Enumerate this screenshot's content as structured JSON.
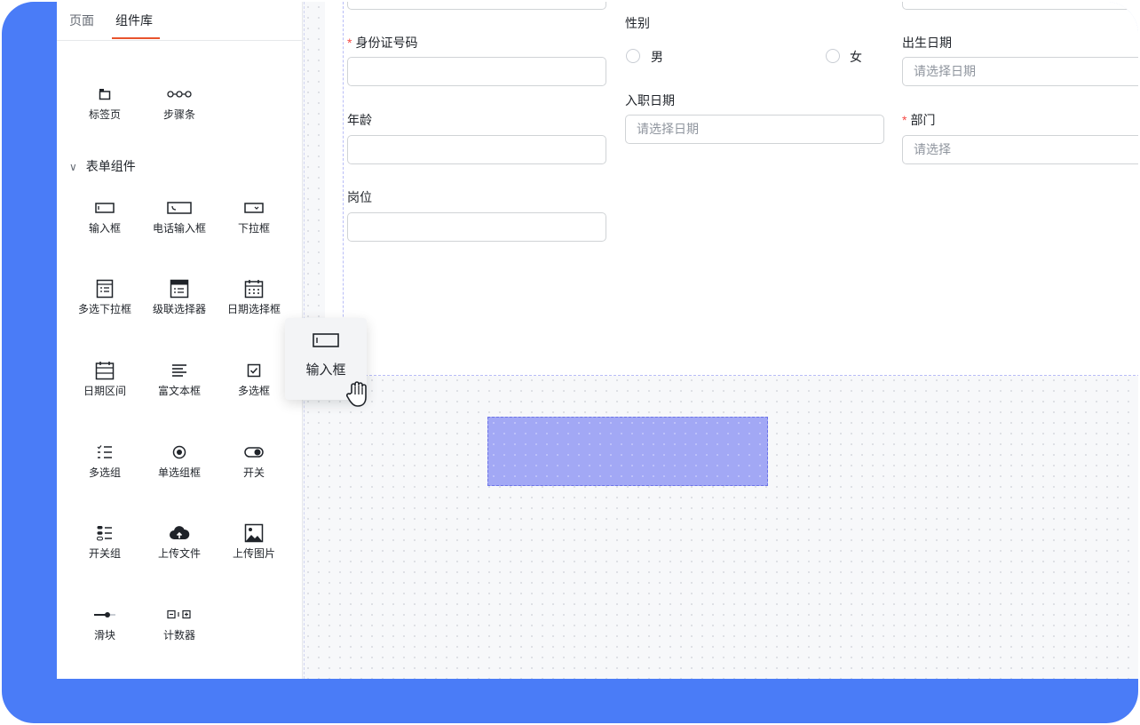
{
  "sidebar": {
    "tabs": [
      {
        "label": "页面"
      },
      {
        "label": "组件库"
      }
    ],
    "layout_components": [
      {
        "label": "标签页",
        "icon": "tabs-icon"
      },
      {
        "label": "步骤条",
        "icon": "steps-icon"
      }
    ],
    "section_title": "表单组件",
    "form_components": [
      {
        "label": "输入框",
        "icon": "input-icon"
      },
      {
        "label": "电话输入框",
        "icon": "phone-input-icon"
      },
      {
        "label": "下拉框",
        "icon": "dropdown-icon"
      },
      {
        "label": "多选下拉框",
        "icon": "multi-dropdown-icon"
      },
      {
        "label": "级联选择器",
        "icon": "cascader-icon"
      },
      {
        "label": "日期选择框",
        "icon": "date-picker-icon"
      },
      {
        "label": "日期区间",
        "icon": "date-range-icon"
      },
      {
        "label": "富文本框",
        "icon": "rich-text-icon"
      },
      {
        "label": "多选框",
        "icon": "checkbox-icon"
      },
      {
        "label": "多选组",
        "icon": "checkbox-group-icon"
      },
      {
        "label": "单选组框",
        "icon": "radio-group-icon"
      },
      {
        "label": "开关",
        "icon": "switch-icon"
      },
      {
        "label": "开关组",
        "icon": "switch-group-icon"
      },
      {
        "label": "上传文件",
        "icon": "upload-file-icon"
      },
      {
        "label": "上传图片",
        "icon": "upload-image-icon"
      },
      {
        "label": "滑块",
        "icon": "slider-icon"
      },
      {
        "label": "计数器",
        "icon": "counter-icon"
      }
    ]
  },
  "form": {
    "id_number": {
      "label": "身份证号码",
      "required": "*"
    },
    "gender": {
      "label": "性别",
      "options": [
        "男",
        "女"
      ]
    },
    "birth_date": {
      "label": "出生日期",
      "placeholder": "请选择日期"
    },
    "age": {
      "label": "年龄"
    },
    "hire_date": {
      "label": "入职日期",
      "placeholder": "请选择日期"
    },
    "department": {
      "label": "部门",
      "required": "*",
      "placeholder": "请选择"
    },
    "position": {
      "label": "岗位"
    }
  },
  "drag_ghost": {
    "label": "输入框",
    "icon": "input-icon"
  },
  "colors": {
    "frame": "#4a7cf7",
    "accent": "#e8542d",
    "drop_zone": "#a2a8f5",
    "required": "#f54a45"
  }
}
